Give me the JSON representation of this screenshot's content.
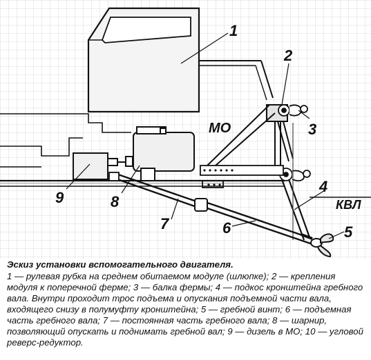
{
  "figure": {
    "callouts": [
      "1",
      "2",
      "3",
      "4",
      "5",
      "6",
      "7",
      "8",
      "9"
    ],
    "compartment_label": "МО",
    "waterline_label": "КВЛ"
  },
  "caption": {
    "title": "Эскиз установки вспомогательного двигателя.",
    "body": "1 — рулевая рубка на среднем обитаемом модуле (шлюпке); 2 — крепления модуля к поперечной ферме; 3 — балка фермы; 4 — подкос кронштейна гребного вала. Внутри проходит трос подъема и опускания подъемной части вала, входящего снизу в полумуфту кронштейна; 5 — гребной винт; 6 — подъемная часть гребного вала; 7 — постоянная часть гребного вала; 8 — шарнир, позволяющий опускать и поднимать гребной вал; 9 — дизель в МО; 10 — угловой реверс-редуктор."
  }
}
